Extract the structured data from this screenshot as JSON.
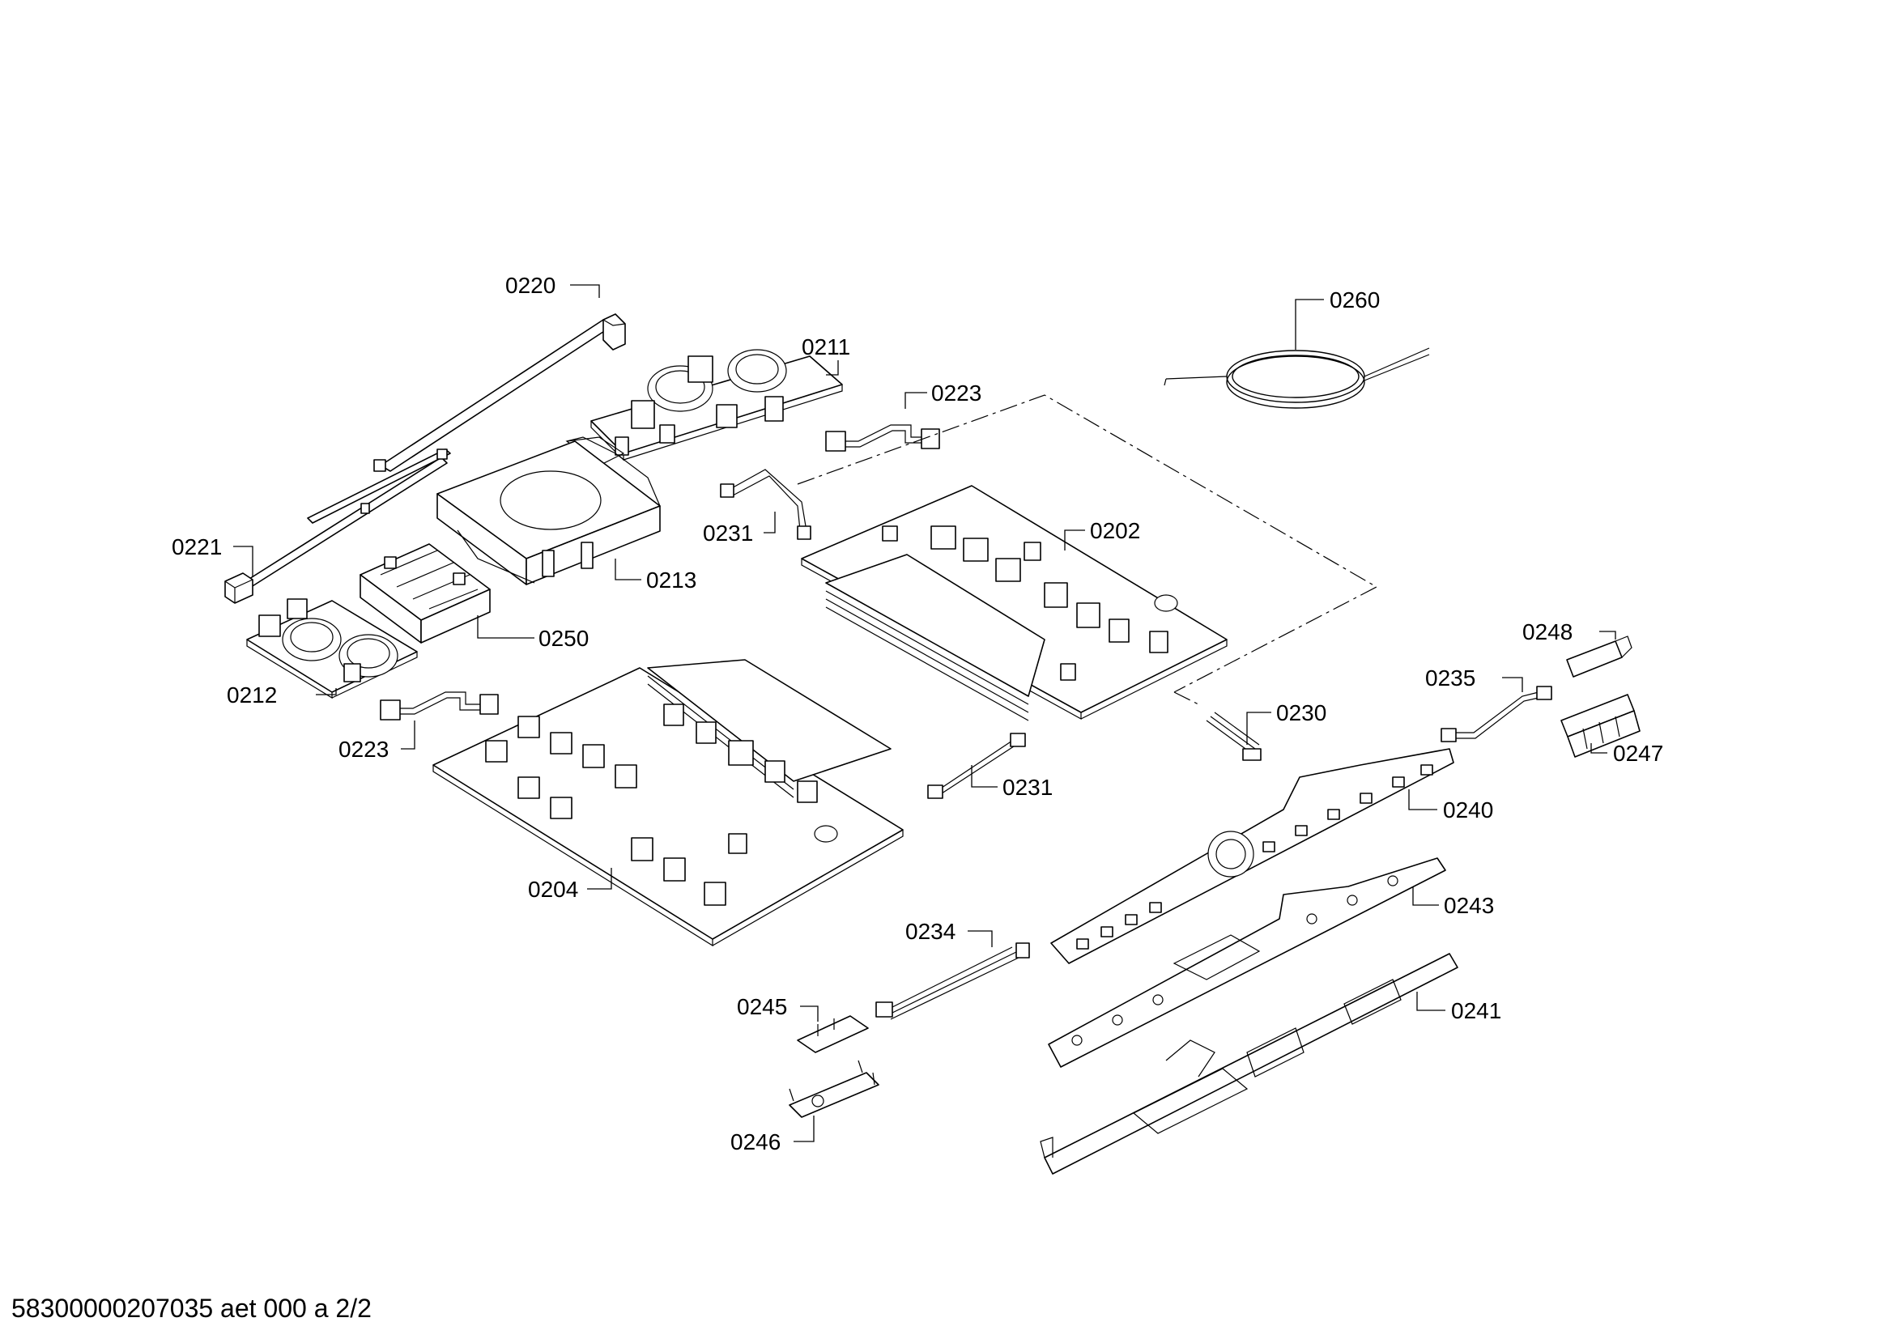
{
  "footer": {
    "document_id": "58300000207035 aet 000 a 2/2"
  },
  "parts": [
    {
      "id": "p0220",
      "label": "0220"
    },
    {
      "id": "p0211",
      "label": "0211"
    },
    {
      "id": "p0223a",
      "label": "0223"
    },
    {
      "id": "p0260",
      "label": "0260"
    },
    {
      "id": "p0221",
      "label": "0221"
    },
    {
      "id": "p0213",
      "label": "0213"
    },
    {
      "id": "p0231a",
      "label": "0231"
    },
    {
      "id": "p0202",
      "label": "0202"
    },
    {
      "id": "p0250",
      "label": "0250"
    },
    {
      "id": "p0212",
      "label": "0212"
    },
    {
      "id": "p0223b",
      "label": "0223"
    },
    {
      "id": "p0248",
      "label": "0248"
    },
    {
      "id": "p0235",
      "label": "0235"
    },
    {
      "id": "p0230",
      "label": "0230"
    },
    {
      "id": "p0247",
      "label": "0247"
    },
    {
      "id": "p0231b",
      "label": "0231"
    },
    {
      "id": "p0240",
      "label": "0240"
    },
    {
      "id": "p0204",
      "label": "0204"
    },
    {
      "id": "p0243",
      "label": "0243"
    },
    {
      "id": "p0234",
      "label": "0234"
    },
    {
      "id": "p0245",
      "label": "0245"
    },
    {
      "id": "p0241",
      "label": "0241"
    },
    {
      "id": "p0246",
      "label": "0246"
    }
  ]
}
